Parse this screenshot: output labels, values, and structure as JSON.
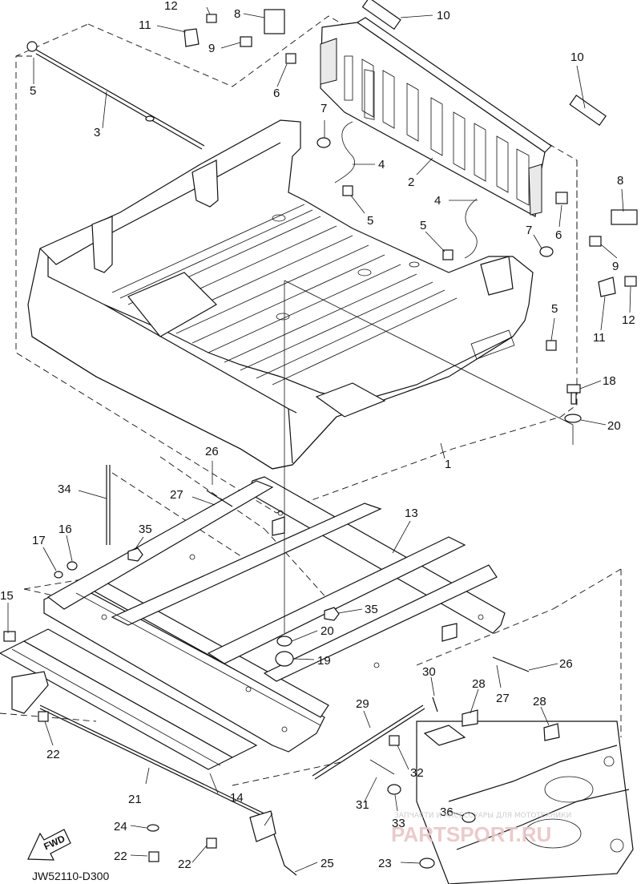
{
  "diagram": {
    "code": "JW52110-D300",
    "fwd_label": "FWD",
    "watermark_small": "ЗАПЧАСТИ И АКСЕССУАРЫ ДЛЯ МОТОТЕХНИКИ",
    "watermark_large": "PARTSPORT.RU"
  },
  "callouts": [
    {
      "id": "c12a",
      "text": "12"
    },
    {
      "id": "c11a",
      "text": "11"
    },
    {
      "id": "c8a",
      "text": "8"
    },
    {
      "id": "c10a",
      "text": "10"
    },
    {
      "id": "c9a",
      "text": "9"
    },
    {
      "id": "c5a",
      "text": "5"
    },
    {
      "id": "c6a",
      "text": "6"
    },
    {
      "id": "c10b",
      "text": "10"
    },
    {
      "id": "c3",
      "text": "3"
    },
    {
      "id": "c7a",
      "text": "7"
    },
    {
      "id": "c4a",
      "text": "4"
    },
    {
      "id": "c2",
      "text": "2"
    },
    {
      "id": "c5b",
      "text": "5"
    },
    {
      "id": "c8b",
      "text": "8"
    },
    {
      "id": "c4b",
      "text": "4"
    },
    {
      "id": "c6b",
      "text": "6"
    },
    {
      "id": "c5c",
      "text": "5"
    },
    {
      "id": "c7b",
      "text": "7"
    },
    {
      "id": "c9b",
      "text": "9"
    },
    {
      "id": "c5d",
      "text": "5"
    },
    {
      "id": "c11b",
      "text": "11"
    },
    {
      "id": "c12b",
      "text": "12"
    },
    {
      "id": "c18",
      "text": "18"
    },
    {
      "id": "c20a",
      "text": "20"
    },
    {
      "id": "c1",
      "text": "1"
    },
    {
      "id": "c26a",
      "text": "26"
    },
    {
      "id": "c34",
      "text": "34"
    },
    {
      "id": "c27a",
      "text": "27"
    },
    {
      "id": "c13",
      "text": "13"
    },
    {
      "id": "c16",
      "text": "16"
    },
    {
      "id": "c35a",
      "text": "35"
    },
    {
      "id": "c17",
      "text": "17"
    },
    {
      "id": "c15",
      "text": "15"
    },
    {
      "id": "c35b",
      "text": "35"
    },
    {
      "id": "c20b",
      "text": "20"
    },
    {
      "id": "c19",
      "text": "19"
    },
    {
      "id": "c26b",
      "text": "26"
    },
    {
      "id": "c30",
      "text": "30"
    },
    {
      "id": "c27b",
      "text": "27"
    },
    {
      "id": "c28a",
      "text": "28"
    },
    {
      "id": "c28b",
      "text": "28"
    },
    {
      "id": "c29",
      "text": "29"
    },
    {
      "id": "c22a",
      "text": "22"
    },
    {
      "id": "c32",
      "text": "32"
    },
    {
      "id": "c21",
      "text": "21"
    },
    {
      "id": "c14",
      "text": "14"
    },
    {
      "id": "c31",
      "text": "31"
    },
    {
      "id": "c33",
      "text": "33"
    },
    {
      "id": "c36",
      "text": "36"
    },
    {
      "id": "c24",
      "text": "24"
    },
    {
      "id": "c22b",
      "text": "22"
    },
    {
      "id": "c22c",
      "text": "22"
    },
    {
      "id": "c25",
      "text": "25"
    },
    {
      "id": "c23",
      "text": "23"
    }
  ]
}
